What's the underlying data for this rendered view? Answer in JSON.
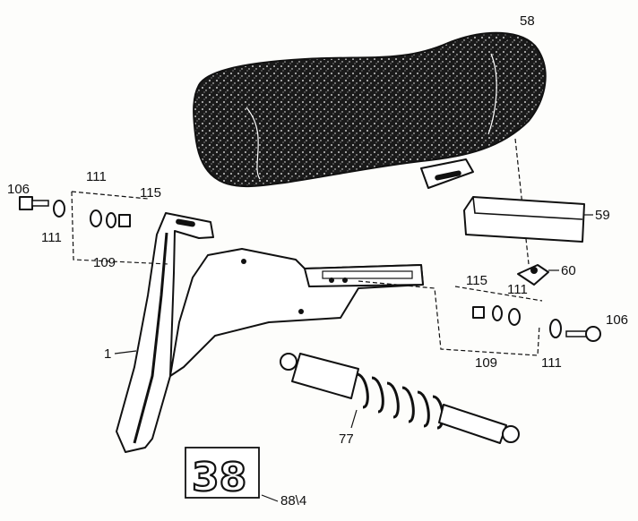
{
  "labels": {
    "seat": "58",
    "tray": "59",
    "knob": "60",
    "frame": "1",
    "shock": "77",
    "bolt_left": "106",
    "bolt_right": "106",
    "washer_left_top": "111",
    "washer_left_bottom": "111",
    "washer_right_top": "111",
    "washer_right_bottom": "111",
    "nut_left": "115",
    "nut_right": "115",
    "spacer_left": "109",
    "spacer_right": "109",
    "page_ref": "88\\4"
  },
  "badge": {
    "number": "38"
  },
  "colors": {
    "ink": "#111111",
    "paper": "#fdfdfb"
  }
}
